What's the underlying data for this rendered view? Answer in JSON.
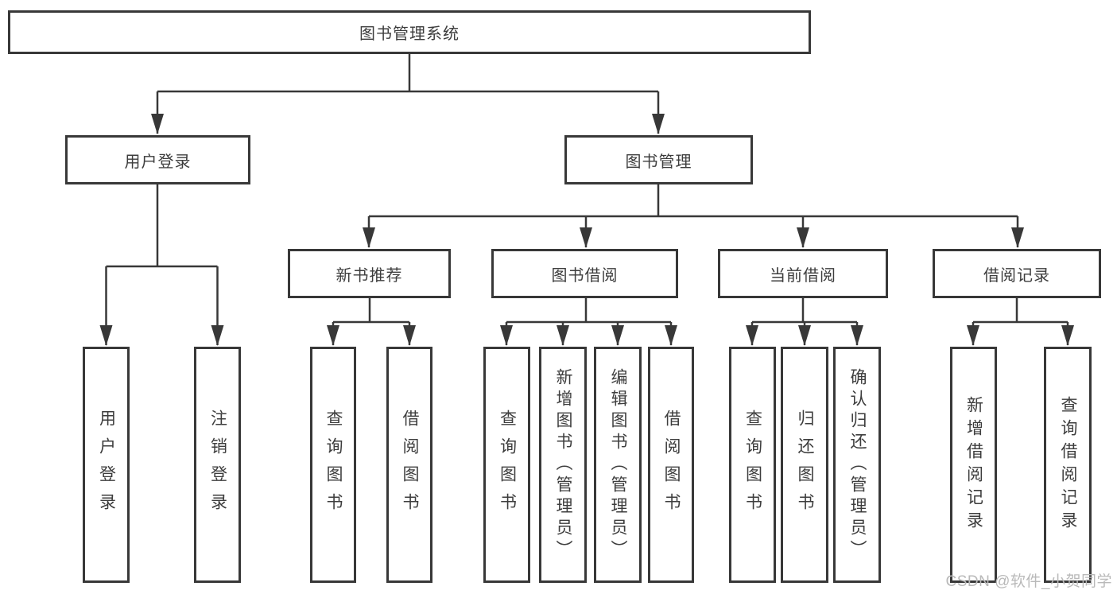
{
  "diagram": {
    "watermark": "CSDN @软件_小贺同学",
    "line_color": "#383838",
    "nodes": {
      "root": "图书管理系统",
      "user_login": "用户登录",
      "book_mgmt": "图书管理",
      "new_book_rec": "新书推荐",
      "book_borrow": "图书借阅",
      "current_borrow": "当前借阅",
      "borrow_records": "借阅记录",
      "leaf_user_login": "用户登录",
      "leaf_logout": "注销登录",
      "leaf_nb_query": "查询图书",
      "leaf_nb_borrow": "借阅图书",
      "leaf_bb_query": "查询图书",
      "leaf_bb_add": "新增图书（管理员）",
      "leaf_bb_edit": "编辑图书（管理员）",
      "leaf_bb_borrow": "借阅图书",
      "leaf_cb_query": "查询图书",
      "leaf_cb_return": "归还图书",
      "leaf_cb_confirm": "确认归还（管理员）",
      "leaf_br_add": "新增借阅记录",
      "leaf_br_query": "查询借阅记录"
    },
    "tree": {
      "root": "图书管理系统",
      "children": [
        {
          "label": "用户登录",
          "children": [
            "用户登录",
            "注销登录"
          ]
        },
        {
          "label": "图书管理",
          "children": [
            {
              "label": "新书推荐",
              "children": [
                "查询图书",
                "借阅图书"
              ]
            },
            {
              "label": "图书借阅",
              "children": [
                "查询图书",
                "新增图书（管理员）",
                "编辑图书（管理员）",
                "借阅图书"
              ]
            },
            {
              "label": "当前借阅",
              "children": [
                "查询图书",
                "归还图书",
                "确认归还（管理员）"
              ]
            },
            {
              "label": "借阅记录",
              "children": [
                "新增借阅记录",
                "查询借阅记录"
              ]
            }
          ]
        }
      ]
    }
  }
}
